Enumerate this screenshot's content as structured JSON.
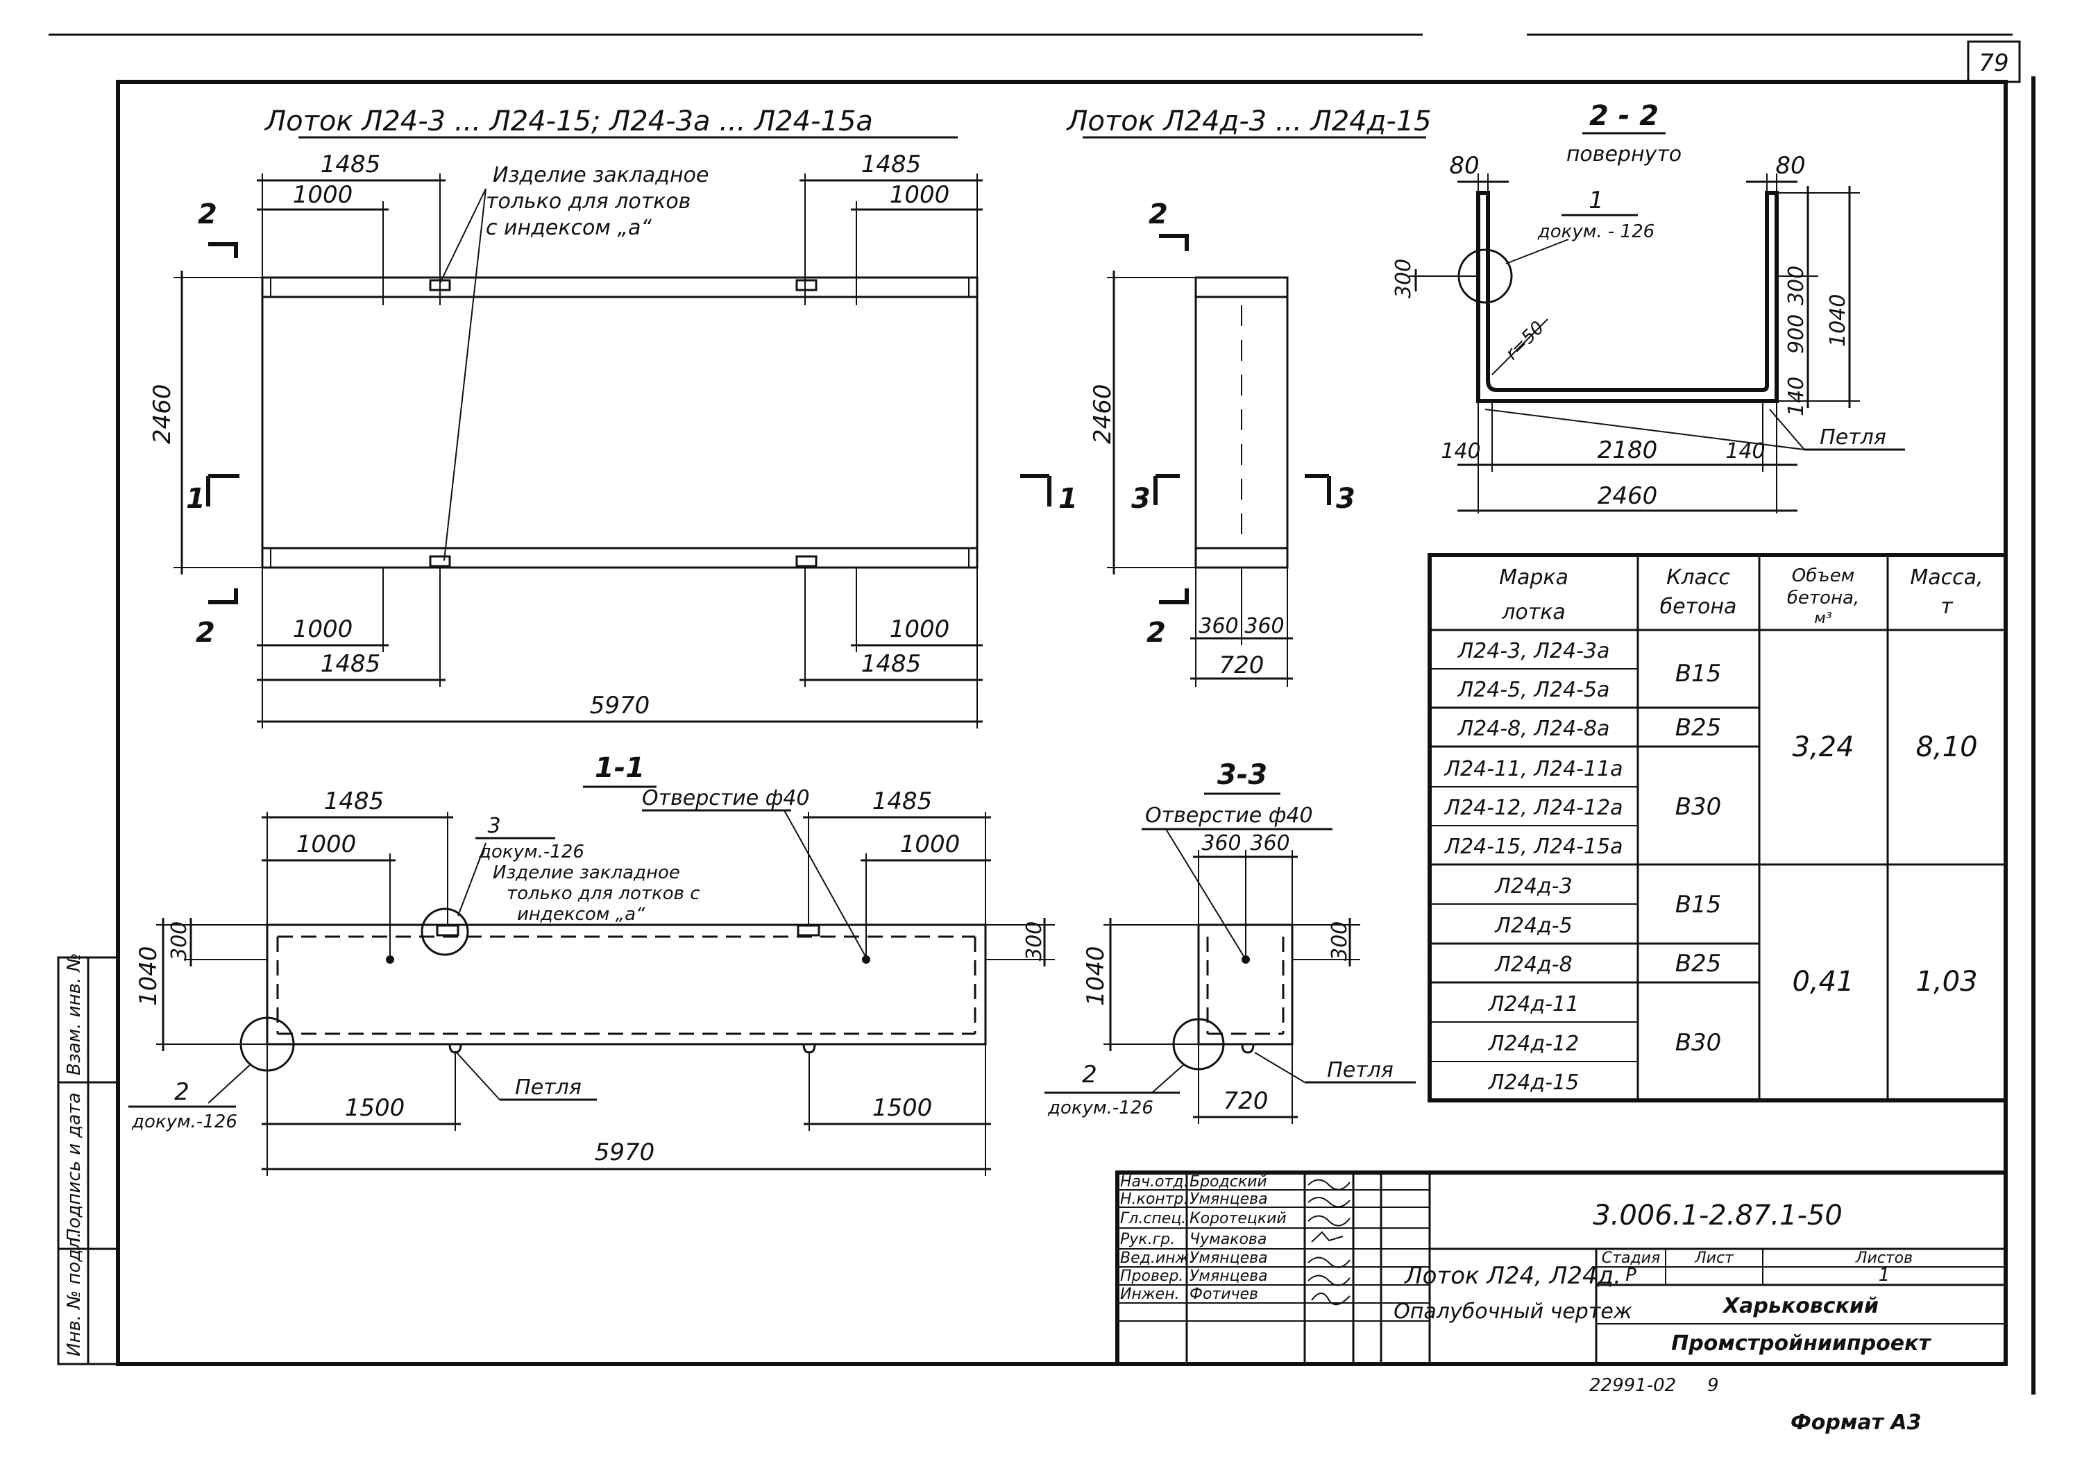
{
  "sheet_number": "79",
  "side_stamp": [
    "Инв. № подл.",
    "Подпись и дата",
    "Взам. инв. №"
  ],
  "view_plan": {
    "title": "Лоток Л24-3 ... Л24-15; Л24-3а ... Л24-15а",
    "embedded_note": [
      "Изделие закладное",
      "только для лотков",
      "с индексом „а“"
    ],
    "dim_1485": "1485",
    "dim_1000": "1000",
    "dim_2460": "2460",
    "dim_5970": "5970",
    "sec_1": "1",
    "sec_2": "2"
  },
  "view_end": {
    "title": "Лоток Л24д-3 ... Л24д-15",
    "dim_2460": "2460",
    "dim_360": "360",
    "dim_720": "720",
    "sec_2": "2",
    "sec_3": "3"
  },
  "section_2_2": {
    "title": "2 - 2",
    "subtitle": "повернуто",
    "dim_80": "80",
    "callout_num": "1",
    "callout_doc": "докум. - 126",
    "r_label": "r=50",
    "dim_300": "300",
    "dim_900": "900",
    "dim_1040": "1040",
    "dim_140": "140",
    "dim_2180": "2180",
    "dim_2460": "2460",
    "loop": "Петля"
  },
  "section_1_1": {
    "title": "1-1",
    "dim_1485": "1485",
    "dim_1000": "1000",
    "dim_300": "300",
    "dim_1040": "1040",
    "dim_1500": "1500",
    "dim_5970": "5970",
    "hole": "Отверстие ф40",
    "callout3_num": "3",
    "callout3_doc": "докум.-126",
    "embedded_note": [
      "Изделие закладное",
      "только для лотков с",
      "индексом „а“"
    ],
    "callout2_num": "2",
    "callout2_doc": "докум.-126",
    "loop": "Петля"
  },
  "section_3_3": {
    "title": "3-3",
    "hole": "Отверстие ф40",
    "dim_360": "360",
    "dim_300": "300",
    "dim_1040": "1040",
    "dim_720": "720",
    "callout_num": "2",
    "callout_doc": "докум.-126",
    "loop": "Петля"
  },
  "table": {
    "headers": [
      [
        "Марка",
        "лотка"
      ],
      [
        "Класс",
        "бетона"
      ],
      [
        "Объем",
        "бетона,",
        "м³"
      ],
      [
        "Масса,",
        "т"
      ]
    ],
    "marks": [
      "Л24-3, Л24-3а",
      "Л24-5, Л24-5а",
      "Л24-8, Л24-8а",
      "Л24-11, Л24-11а",
      "Л24-12, Л24-12а",
      "Л24-15, Л24-15а",
      "Л24д-3",
      "Л24д-5",
      "Л24д-8",
      "Л24д-11",
      "Л24д-12",
      "Л24д-15"
    ],
    "classes": [
      "В15",
      "В25",
      "В30",
      "В15",
      "В25",
      "В30"
    ],
    "volumes": [
      "3,24",
      "0,41"
    ],
    "masses": [
      "8,10",
      "1,03"
    ]
  },
  "title_block": {
    "roles": [
      "Нач.отд.",
      "Н.контр.",
      "Гл.спец.",
      "Рук.гр.",
      "Вед.инж.",
      "Провер.",
      "Инжен."
    ],
    "names": [
      "Бродский",
      "Умянцева",
      "Коротецкий",
      "Чумакова",
      "Умянцева",
      "Умянцева",
      "Фотичев"
    ],
    "doc_code": "3.006.1-2.87.1-50",
    "name_line1": "Лоток Л24, Л24д.",
    "name_line2": "Опалубочный чертеж",
    "stage_label": "Стадия",
    "sheet_label": "Лист",
    "sheets_label": "Листов",
    "stage_value": "Р",
    "sheets_value": "1",
    "org_line1": "Харьковский",
    "org_line2": "Промстройниипроект"
  },
  "footer": {
    "inventory": "22991-02",
    "inventory_sheet": "9",
    "format": "Формат А3"
  }
}
